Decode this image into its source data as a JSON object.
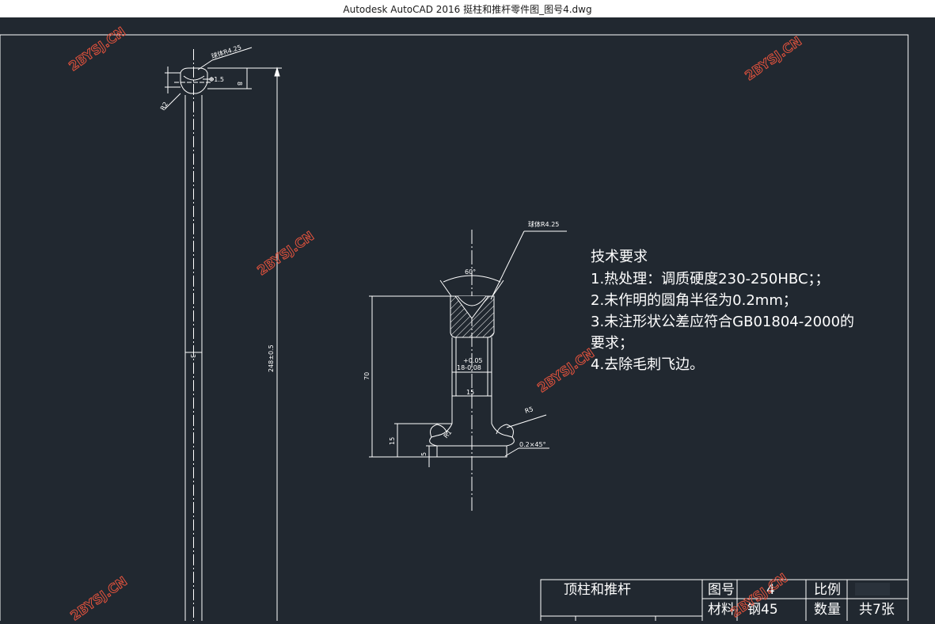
{
  "window": {
    "title": "Autodesk AutoCAD 2016     挺柱和推杆零件图_图号4.dwg"
  },
  "colors": {
    "background": "#212830",
    "lines": "#ffffff",
    "watermark": "#e5533d",
    "hatch": "#ffffff"
  },
  "drawing": {
    "left_view": {
      "label_sphere": "球体R4.25",
      "dim_phi": "Φ1.5",
      "dim_8": "8",
      "dim_r2": "R2",
      "dim_3": "3",
      "dim_length": "248±0.5"
    },
    "main_view": {
      "label_sphere": "球体R4.25",
      "dim_angle": "60°",
      "dim_tol_upper": "+0.05",
      "dim_tol_main": "18-0.08",
      "dim_15_top": "15",
      "dim_70": "70",
      "dim_15_left": "15",
      "dim_5": "5",
      "dim_r1": "R1",
      "dim_r5": "R5",
      "dim_chamfer": "0.2×45°"
    },
    "tech_requirements": {
      "heading": "技术要求",
      "line1": "1.热处理：调质硬度230-250HBC；；",
      "line2": "2.未作明的圆角半径为0.2mm；",
      "line3a": "3.未注形状公差应符合GB01804-2000的",
      "line3b": "要求；",
      "line4": "4.去除毛刺飞边。"
    },
    "title_block": {
      "part_name": "顶柱和推杆",
      "drawing_no_label": "图号",
      "drawing_no_value": "4",
      "scale_label": "比例",
      "material_label": "材料",
      "material_value": "钢45",
      "quantity_label": "数量",
      "sheets": "共7张"
    },
    "watermark_text": "2BYSJ.CN"
  }
}
